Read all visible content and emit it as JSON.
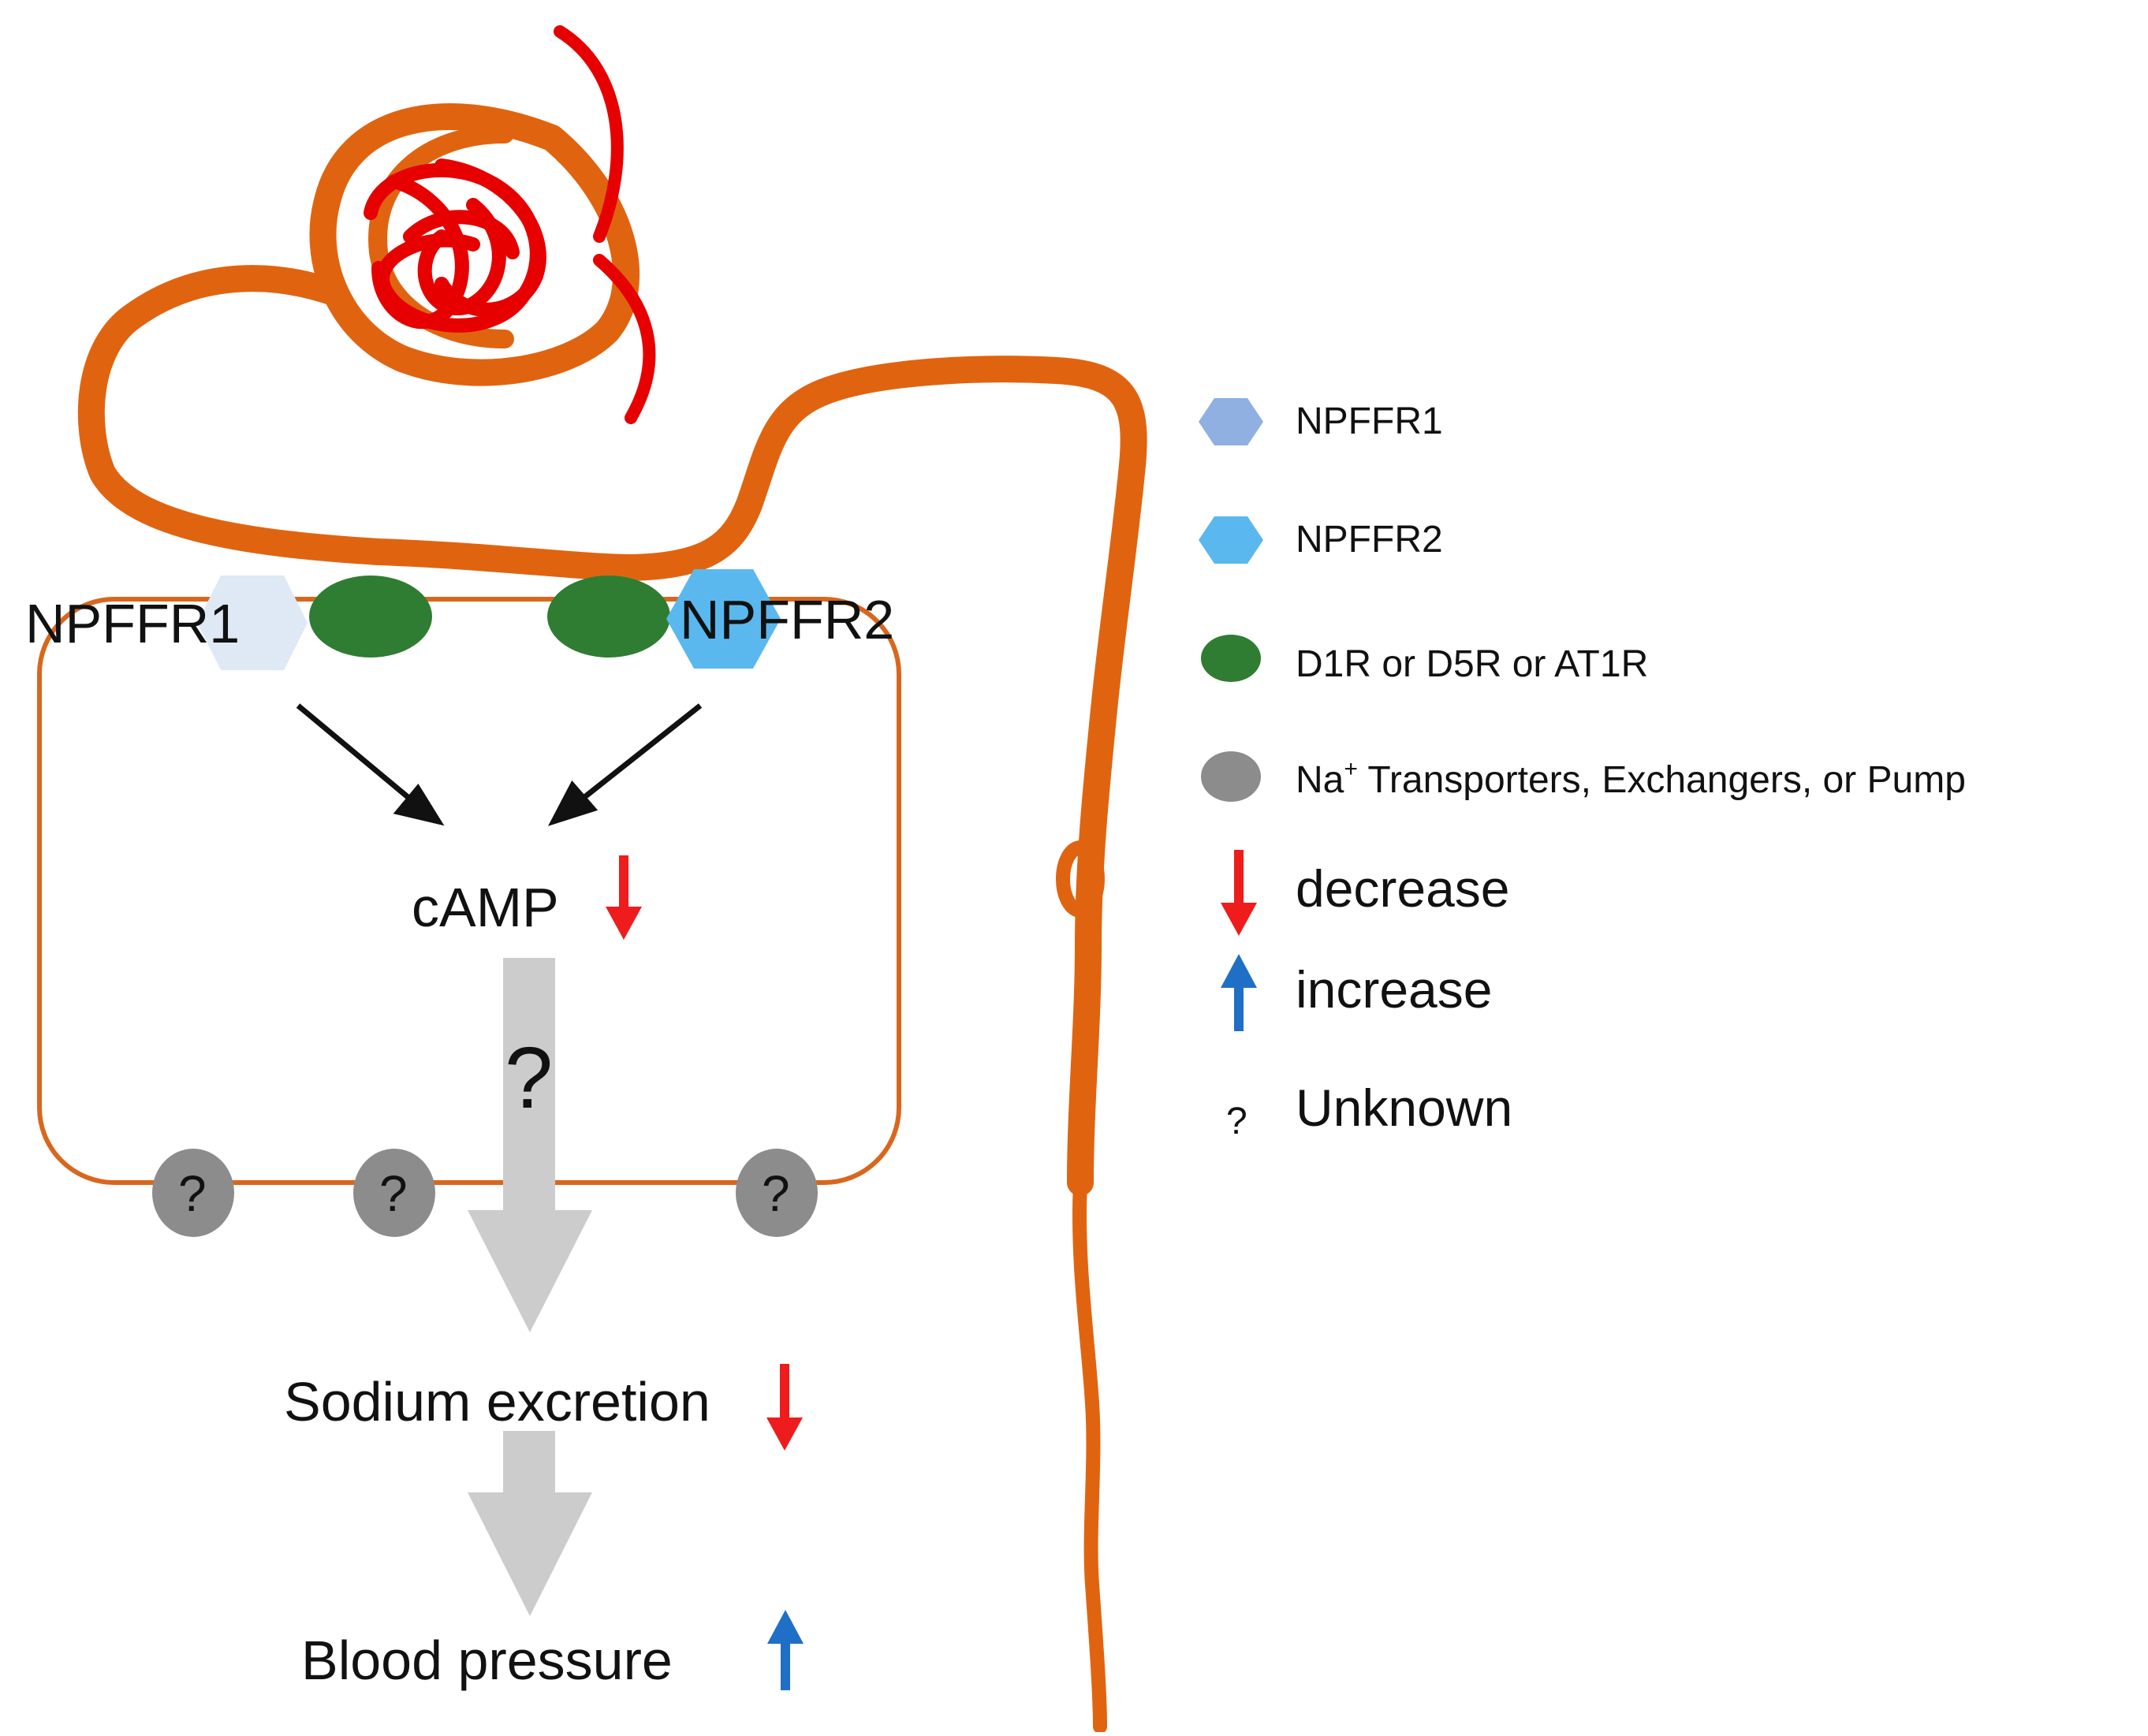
{
  "receptors": {
    "npffr1": "NPFFR1",
    "npffr2": "NPFFR2"
  },
  "cell": {
    "second_messenger": "cAMP",
    "unknown_mark": "?",
    "transporter_mark": "?"
  },
  "outcomes": {
    "sodium": "Sodium excretion",
    "blood_pressure": "Blood pressure"
  },
  "legend": {
    "items": [
      {
        "symbol": "hexagon-pale-blue",
        "label": "NPFFR1",
        "color": "#8fb0e0"
      },
      {
        "symbol": "hexagon-sky-blue",
        "label": "NPFFR2",
        "color": "#5ab8ee"
      },
      {
        "symbol": "green-ellipse",
        "label": "D1R or D5R or AT1R",
        "color": "#2e7d32"
      },
      {
        "symbol": "gray-ellipse",
        "label_sup": "+",
        "label_prefix": "Na",
        "label_rest": " Transporters, Exchangers, or Pump",
        "color": "#8c8c8c"
      },
      {
        "symbol": "down-arrow",
        "label": "decrease",
        "color": "#ee1c1c"
      },
      {
        "symbol": "up-arrow",
        "label": "increase",
        "color": "#1f6fc6"
      },
      {
        "symbol": "question-mark",
        "mark": "?",
        "label": "Unknown"
      }
    ]
  },
  "colors": {
    "tubule": "#e06410",
    "glomerulus": "#e60000",
    "cell_outline": "#d8671e",
    "process_arrow": "#cccccc",
    "transporter": "#8c8c8c"
  }
}
